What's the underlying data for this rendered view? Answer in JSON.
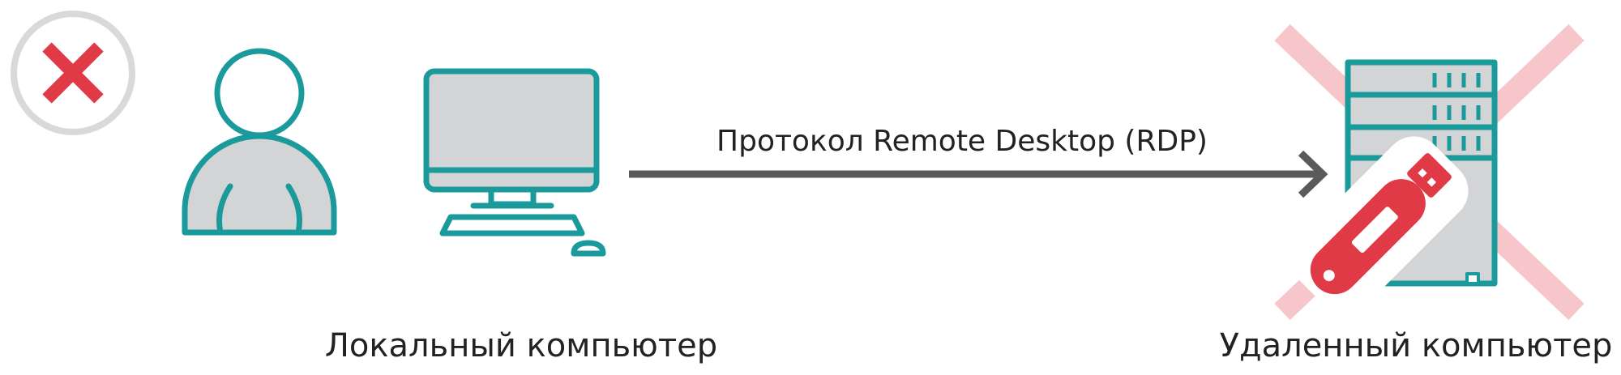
{
  "colors": {
    "teal": "#1a9a9a",
    "gray_fill": "#d2d4d6",
    "arrow": "#5a5a5a",
    "red": "#e03a46",
    "light_red": "#f6c6cb",
    "badge_ring": "#d9d9d9",
    "text": "#222222"
  },
  "status_icon": "x-mark-icon",
  "connection": {
    "label": "Протокол Remote Desktop (RDP)"
  },
  "local": {
    "user_icon": "user-icon",
    "computer_icon": "desktop-computer-icon",
    "label": "Локальный компьютер"
  },
  "remote": {
    "server_icon": "server-tower-icon",
    "device_icon": "usb-flash-drive-icon",
    "blocked_icon": "cross-out-icon",
    "label": "Удаленный компьютер"
  }
}
